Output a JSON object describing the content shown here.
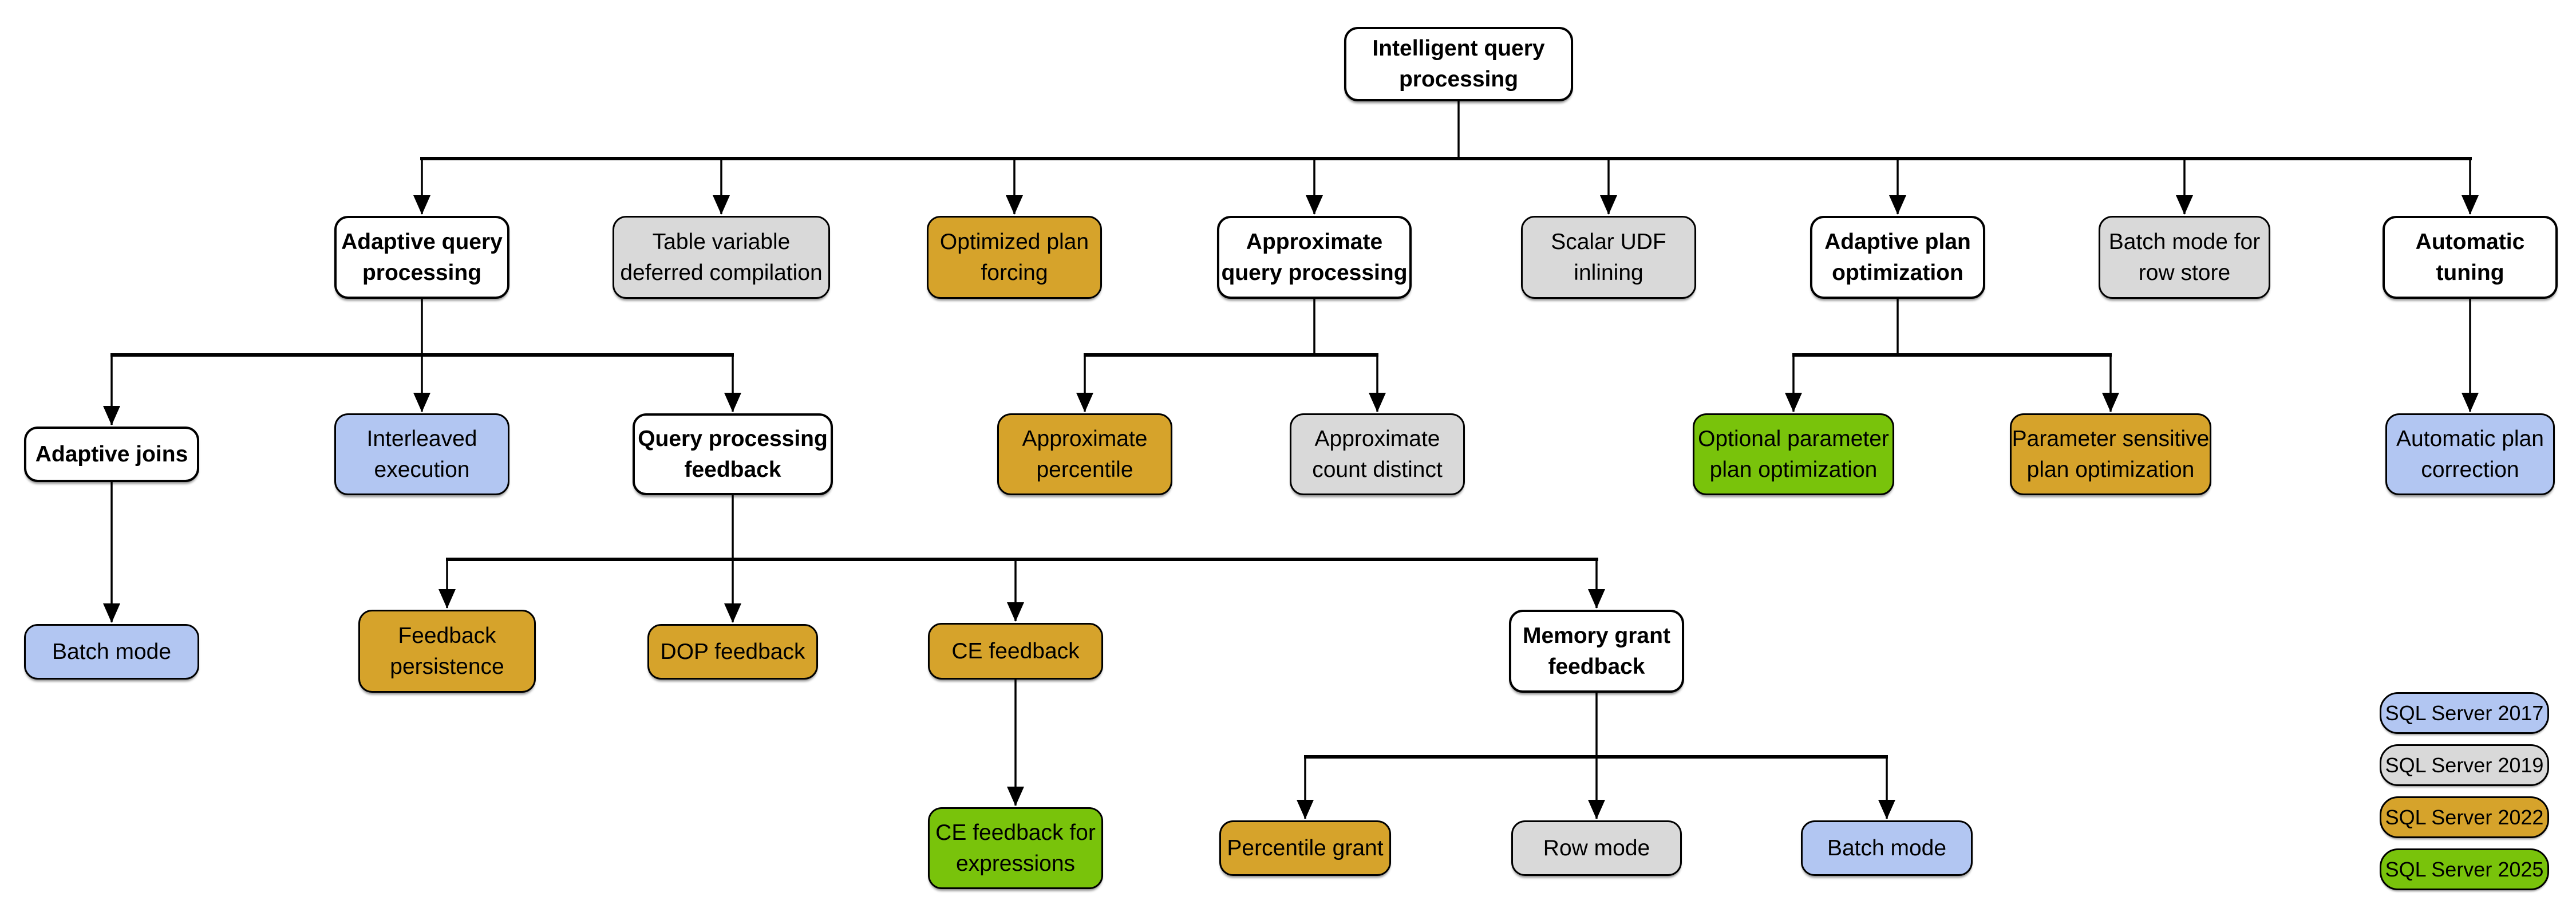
{
  "colors": {
    "white": "#FFFFFF",
    "sql2017_blue": "#B2C6F2",
    "sql2019_gray": "#D9D9D9",
    "sql2022_gold": "#D6A32B",
    "sql2025_green": "#79C30B",
    "border": "#000000",
    "background": "#FFFFFF"
  },
  "legend": {
    "items": [
      {
        "label": "SQL Server 2017",
        "color_key": "sql2017_blue"
      },
      {
        "label": "SQL Server 2019",
        "color_key": "sql2019_gray"
      },
      {
        "label": "SQL Server 2022",
        "color_key": "sql2022_gold"
      },
      {
        "label": "SQL Server 2025",
        "color_key": "sql2025_green"
      }
    ]
  },
  "nodes": {
    "root": {
      "label": "Intelligent query\nprocessing",
      "version": null
    },
    "adaptive_query_processing": {
      "label": "Adaptive query\nprocessing",
      "version": null
    },
    "table_variable_deferred_compilation": {
      "label": "Table variable\ndeferred compilation",
      "version": "SQL Server 2019"
    },
    "optimized_plan_forcing": {
      "label": "Optimized plan\nforcing",
      "version": "SQL Server 2022"
    },
    "approximate_query_processing": {
      "label": "Approximate\nquery processing",
      "version": null
    },
    "scalar_udf_inlining": {
      "label": "Scalar UDF\ninlining",
      "version": "SQL Server 2019"
    },
    "adaptive_plan_optimization": {
      "label": "Adaptive plan\noptimization",
      "version": null
    },
    "batch_mode_for_row_store": {
      "label": "Batch mode for\nrow store",
      "version": "SQL Server 2019"
    },
    "automatic_tuning": {
      "label": "Automatic\ntuning",
      "version": null
    },
    "adaptive_joins": {
      "label": "Adaptive joins",
      "version": null
    },
    "interleaved_execution": {
      "label": "Interleaved\nexecution",
      "version": "SQL Server 2017"
    },
    "query_processing_feedback": {
      "label": "Query processing\nfeedback",
      "version": null
    },
    "approximate_percentile": {
      "label": "Approximate\npercentile",
      "version": "SQL Server 2022"
    },
    "approximate_count_distinct": {
      "label": "Approximate\ncount distinct",
      "version": "SQL Server 2019"
    },
    "optional_parameter_plan_optimization": {
      "label": "Optional parameter\nplan optimization",
      "version": "SQL Server 2025"
    },
    "parameter_sensitive_plan_optimization": {
      "label": "Parameter sensitive\nplan optimization",
      "version": "SQL Server 2022"
    },
    "automatic_plan_correction": {
      "label": "Automatic plan\ncorrection",
      "version": "SQL Server 2017"
    },
    "batch_mode_adaptive_joins": {
      "label": "Batch mode",
      "version": "SQL Server 2017"
    },
    "feedback_persistence": {
      "label": "Feedback\npersistence",
      "version": "SQL Server 2022"
    },
    "dop_feedback": {
      "label": "DOP feedback",
      "version": "SQL Server 2022"
    },
    "ce_feedback": {
      "label": "CE feedback",
      "version": "SQL Server 2022"
    },
    "memory_grant_feedback": {
      "label": "Memory grant\nfeedback",
      "version": null
    },
    "ce_feedback_for_expressions": {
      "label": "CE feedback for\nexpressions",
      "version": "SQL Server 2025"
    },
    "percentile_grant": {
      "label": "Percentile grant",
      "version": "SQL Server 2022"
    },
    "row_mode": {
      "label": "Row mode",
      "version": "SQL Server 2019"
    },
    "batch_mode_memory_grant": {
      "label": "Batch mode",
      "version": "SQL Server 2017"
    }
  },
  "hierarchy": {
    "root": [
      "adaptive_query_processing",
      "table_variable_deferred_compilation",
      "optimized_plan_forcing",
      "approximate_query_processing",
      "scalar_udf_inlining",
      "adaptive_plan_optimization",
      "batch_mode_for_row_store",
      "automatic_tuning"
    ],
    "adaptive_query_processing": [
      "adaptive_joins",
      "interleaved_execution",
      "query_processing_feedback"
    ],
    "approximate_query_processing": [
      "approximate_percentile",
      "approximate_count_distinct"
    ],
    "adaptive_plan_optimization": [
      "optional_parameter_plan_optimization",
      "parameter_sensitive_plan_optimization"
    ],
    "automatic_tuning": [
      "automatic_plan_correction"
    ],
    "adaptive_joins": [
      "batch_mode_adaptive_joins"
    ],
    "query_processing_feedback": [
      "feedback_persistence",
      "dop_feedback",
      "ce_feedback",
      "memory_grant_feedback"
    ],
    "ce_feedback": [
      "ce_feedback_for_expressions"
    ],
    "memory_grant_feedback": [
      "percentile_grant",
      "row_mode",
      "batch_mode_memory_grant"
    ]
  }
}
